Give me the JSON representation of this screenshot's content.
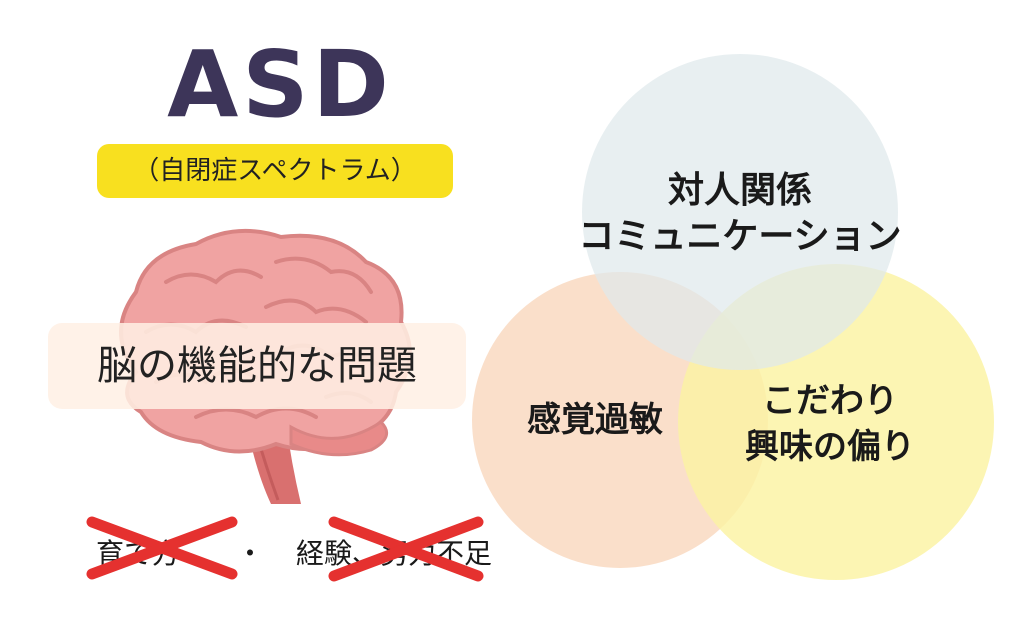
{
  "header": {
    "title": "ASD",
    "subtitle": "（自閉症スペクトラム）"
  },
  "brain": {
    "label": "脳の機能的な問題",
    "icon": "brain-icon"
  },
  "venn": {
    "social": {
      "line1": "対人関係",
      "line2": "コミュニケーション",
      "color": "#e6eef0"
    },
    "sensory": {
      "label": "感覚過敏",
      "color": "#f9dcc4"
    },
    "interest": {
      "line1": "こだわり",
      "line2": "興味の偏り",
      "color": "#fbf3a2"
    }
  },
  "not_causes": {
    "item1": "育て方",
    "separator": "・",
    "item2": "経験、努力不足",
    "cross_color": "#e5312f"
  },
  "colors": {
    "title": "#3d3559",
    "highlight": "#f8e01f"
  }
}
